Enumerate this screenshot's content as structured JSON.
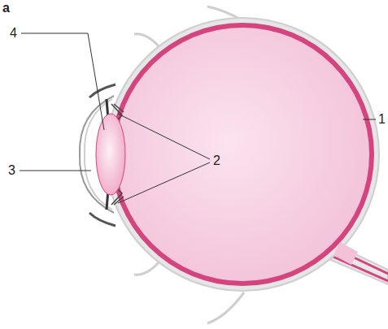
{
  "diagram": {
    "labels": [
      "a",
      "4",
      "3",
      "2",
      "1"
    ]
  }
}
